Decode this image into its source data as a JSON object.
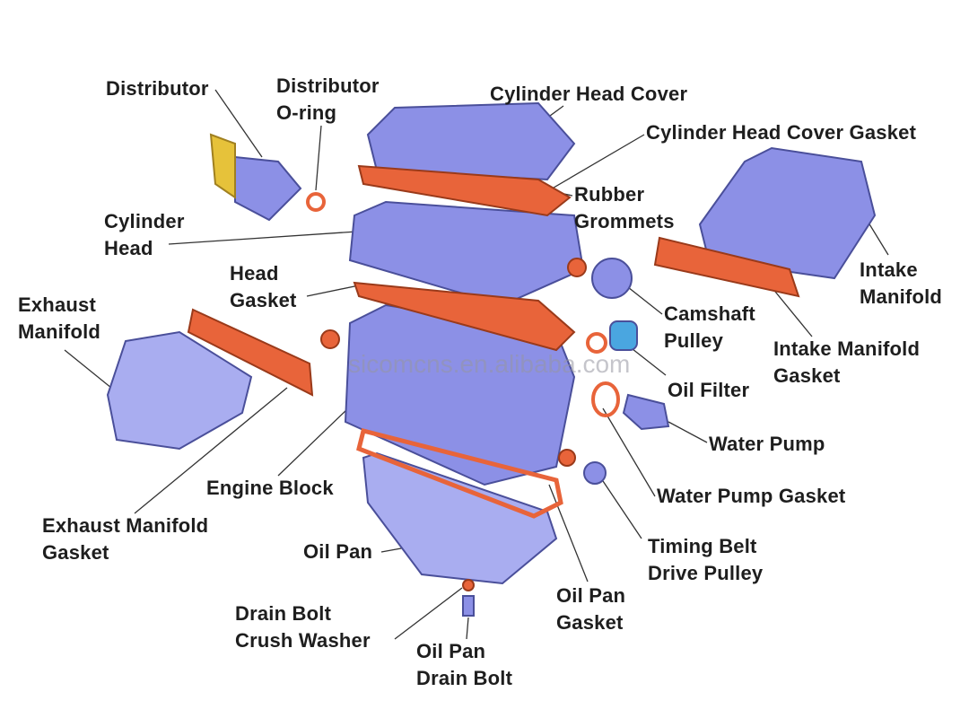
{
  "watermark": "sicomcns.en.alibaba.com",
  "colors": {
    "metal": "#8c90e6",
    "metal_dark": "#4a4f9a",
    "gasket": "#e8643a",
    "line": "#333333"
  },
  "labels": {
    "distributor": [
      "Distributor"
    ],
    "distributor_oring": [
      "Distributor",
      "O-ring"
    ],
    "cylinder_head_cover": [
      "Cylinder Head Cover"
    ],
    "cylinder_head_cover_gasket": [
      "Cylinder Head Cover Gasket"
    ],
    "rubber_grommets": [
      "Rubber",
      "Grommets"
    ],
    "cylinder_head": [
      "Cylinder",
      "Head"
    ],
    "intake_manifold": [
      "Intake",
      "Manifold"
    ],
    "head_gasket": [
      "Head",
      "Gasket"
    ],
    "exhaust_manifold": [
      "Exhaust",
      "Manifold"
    ],
    "camshaft_pulley": [
      "Camshaft",
      "Pulley"
    ],
    "intake_manifold_gasket": [
      "Intake Manifold",
      "Gasket"
    ],
    "oil_filter": [
      "Oil Filter"
    ],
    "water_pump": [
      "Water Pump"
    ],
    "engine_block": [
      "Engine Block"
    ],
    "water_pump_gasket": [
      "Water Pump Gasket"
    ],
    "exhaust_manifold_gasket": [
      "Exhaust Manifold",
      "Gasket"
    ],
    "timing_belt_drive_pulley": [
      "Timing Belt",
      "Drive Pulley"
    ],
    "oil_pan": [
      "Oil Pan"
    ],
    "oil_pan_gasket": [
      "Oil Pan",
      "Gasket"
    ],
    "drain_bolt_crush_washer": [
      "Drain Bolt",
      "Crush Washer"
    ],
    "oil_pan_drain_bolt": [
      "Oil Pan",
      "Drain Bolt"
    ]
  }
}
